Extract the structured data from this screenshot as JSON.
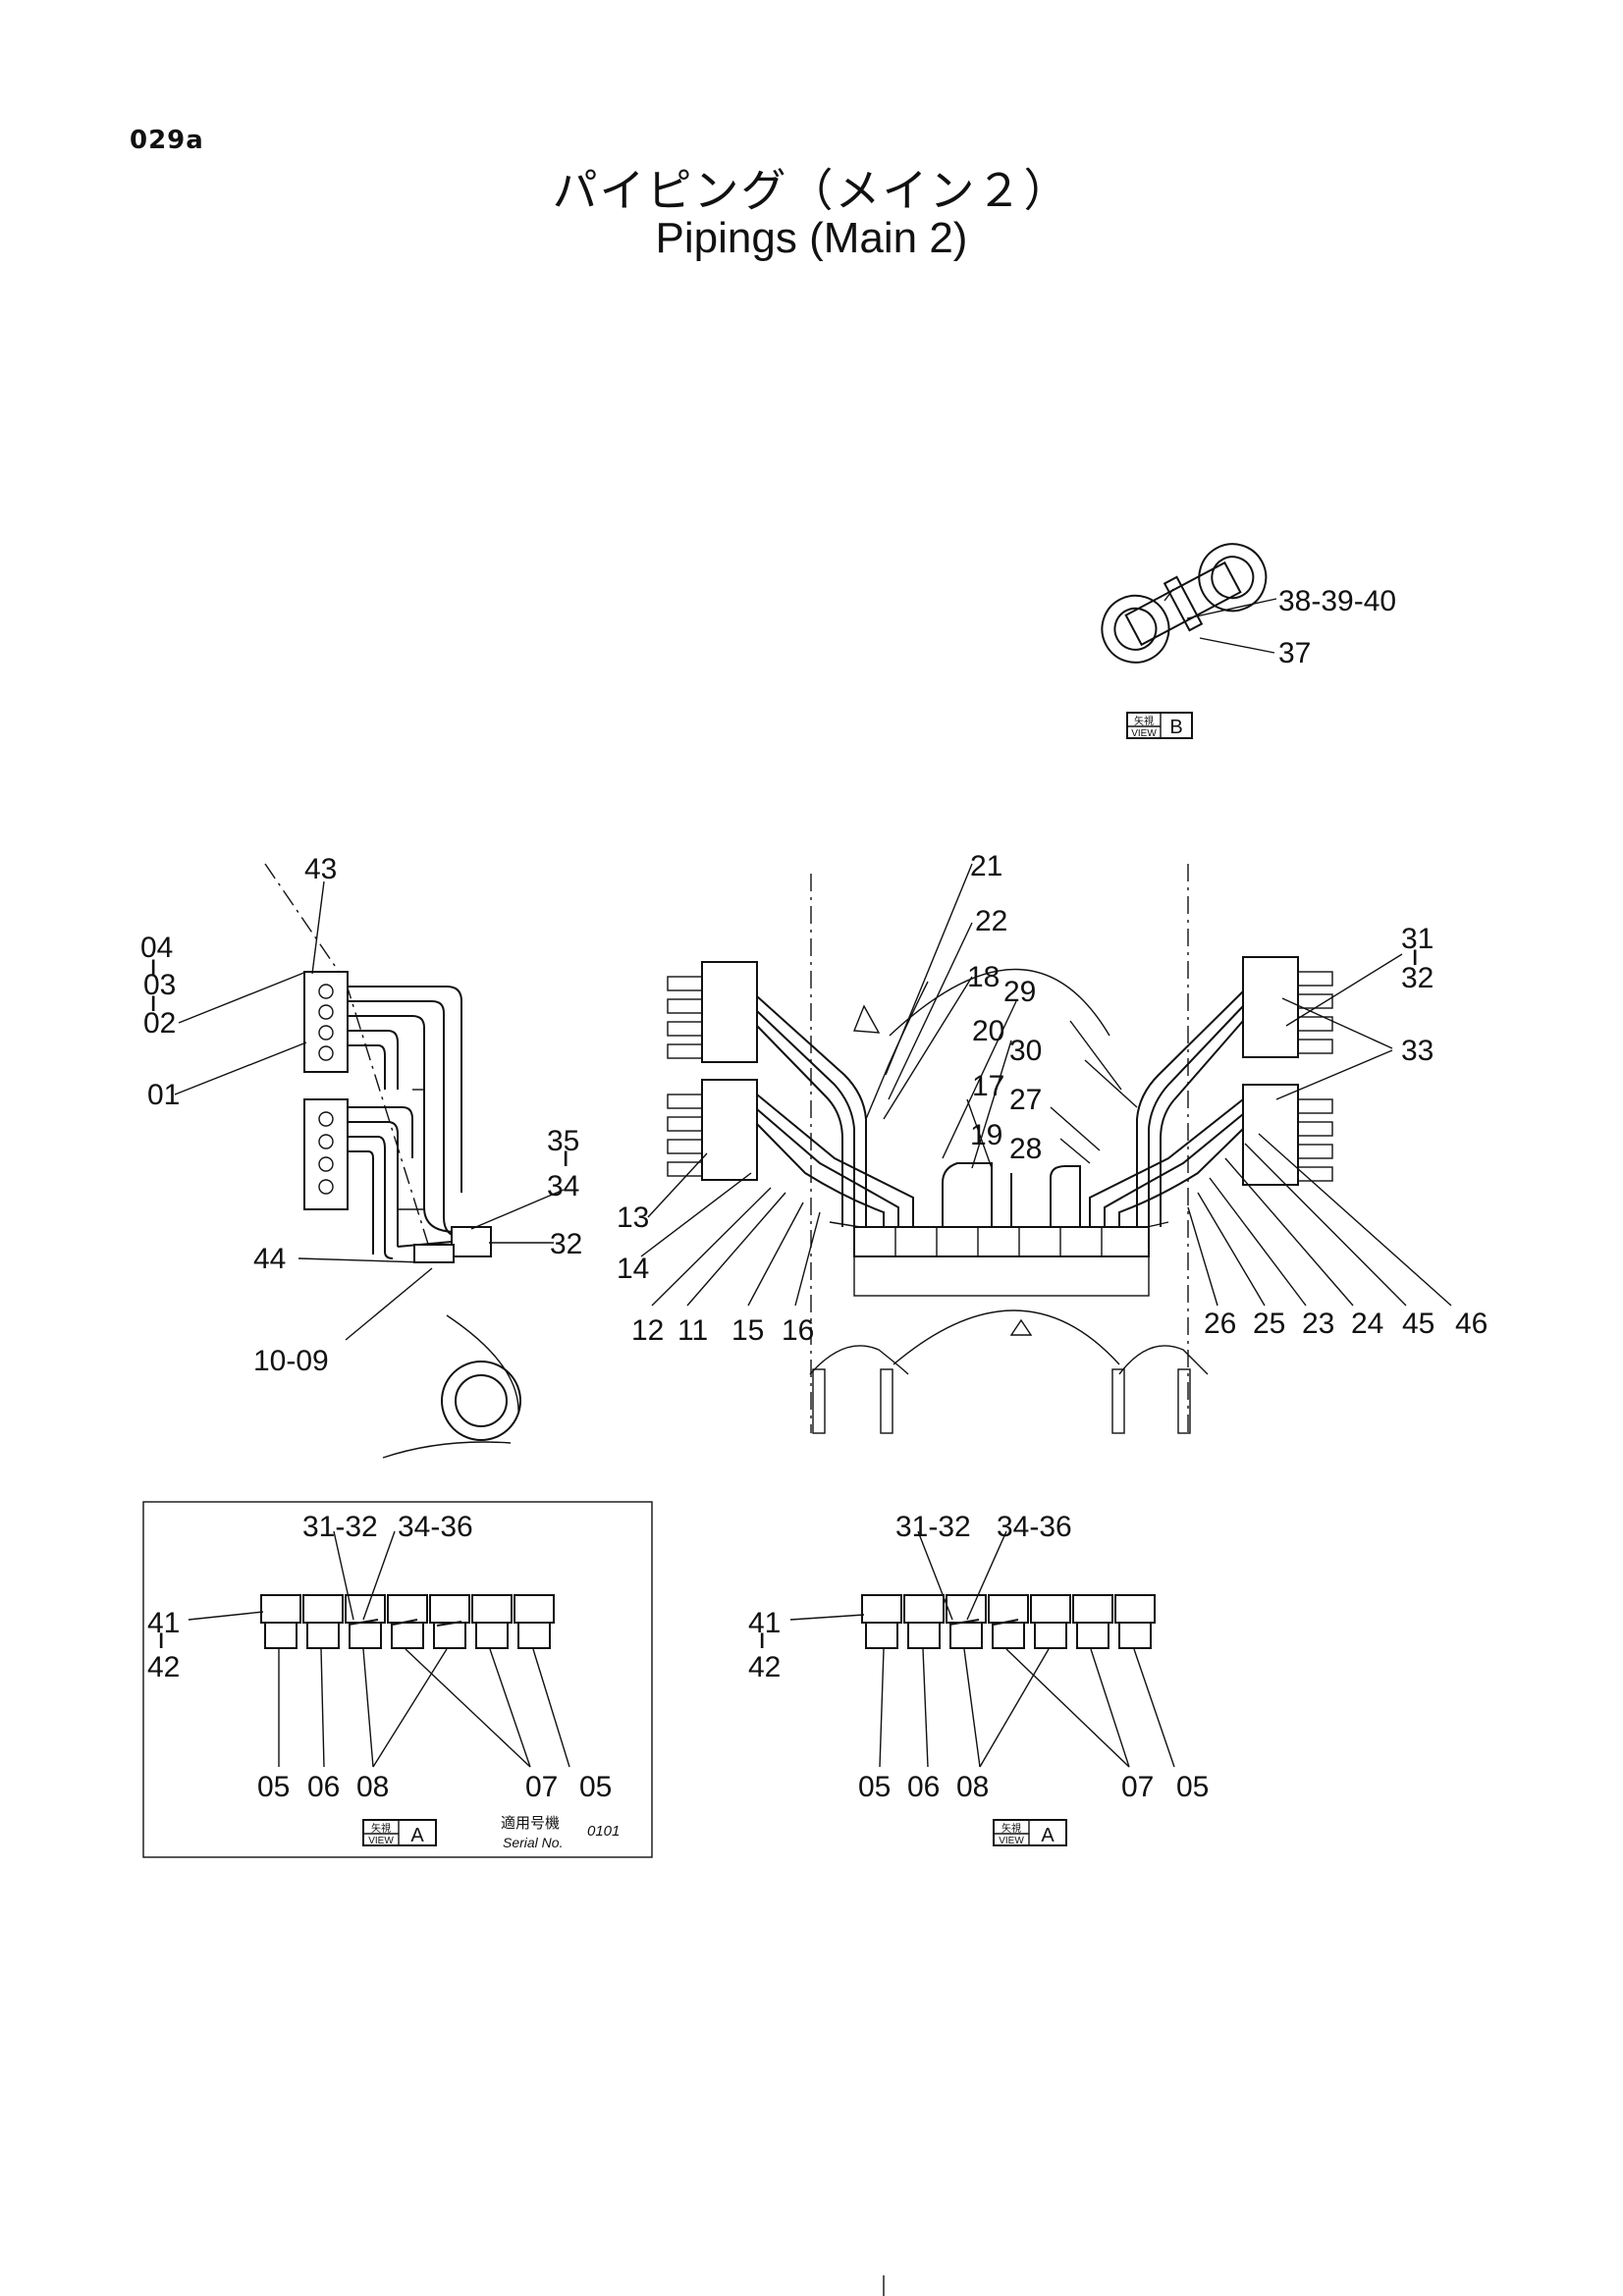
{
  "header": {
    "page_code": "029a",
    "title_jp": "パイピング（メイン２）",
    "title_en": "Pipings (Main 2)"
  },
  "view_b": {
    "labels": [
      "38-39-40",
      "37"
    ],
    "view_tag_top": "矢視",
    "view_tag_bottom": "VIEW",
    "view_letter": "B"
  },
  "left_view": {
    "labels": [
      "43",
      "04",
      "03",
      "02",
      "01",
      "35",
      "34",
      "32",
      "44",
      "10-09"
    ]
  },
  "main_view": {
    "top_labels": [
      "21",
      "22",
      "18",
      "29",
      "20",
      "30",
      "17",
      "27",
      "19",
      "28",
      "31",
      "32",
      "33"
    ],
    "left_labels": [
      "13",
      "14"
    ],
    "bottom_labels": [
      "12",
      "11",
      "15",
      "16",
      "26",
      "25",
      "23",
      "24",
      "45",
      "46"
    ]
  },
  "view_a_left": {
    "top_labels": [
      "31-32",
      "34-36"
    ],
    "side_labels": [
      "41",
      "42"
    ],
    "bottom_labels": [
      "05",
      "06",
      "08",
      "07",
      "05"
    ],
    "view_tag_top": "矢視",
    "view_tag_bottom": "VIEW",
    "view_letter": "A",
    "serial_label_jp": "適用号機",
    "serial_label_en": "Serial No.",
    "serial_value": "0101"
  },
  "view_a_right": {
    "top_labels": [
      "31-32",
      "34-36"
    ],
    "side_labels": [
      "41",
      "42"
    ],
    "bottom_labels": [
      "05",
      "06",
      "08",
      "07",
      "05"
    ],
    "view_tag_top": "矢視",
    "view_tag_bottom": "VIEW",
    "view_letter": "A"
  }
}
